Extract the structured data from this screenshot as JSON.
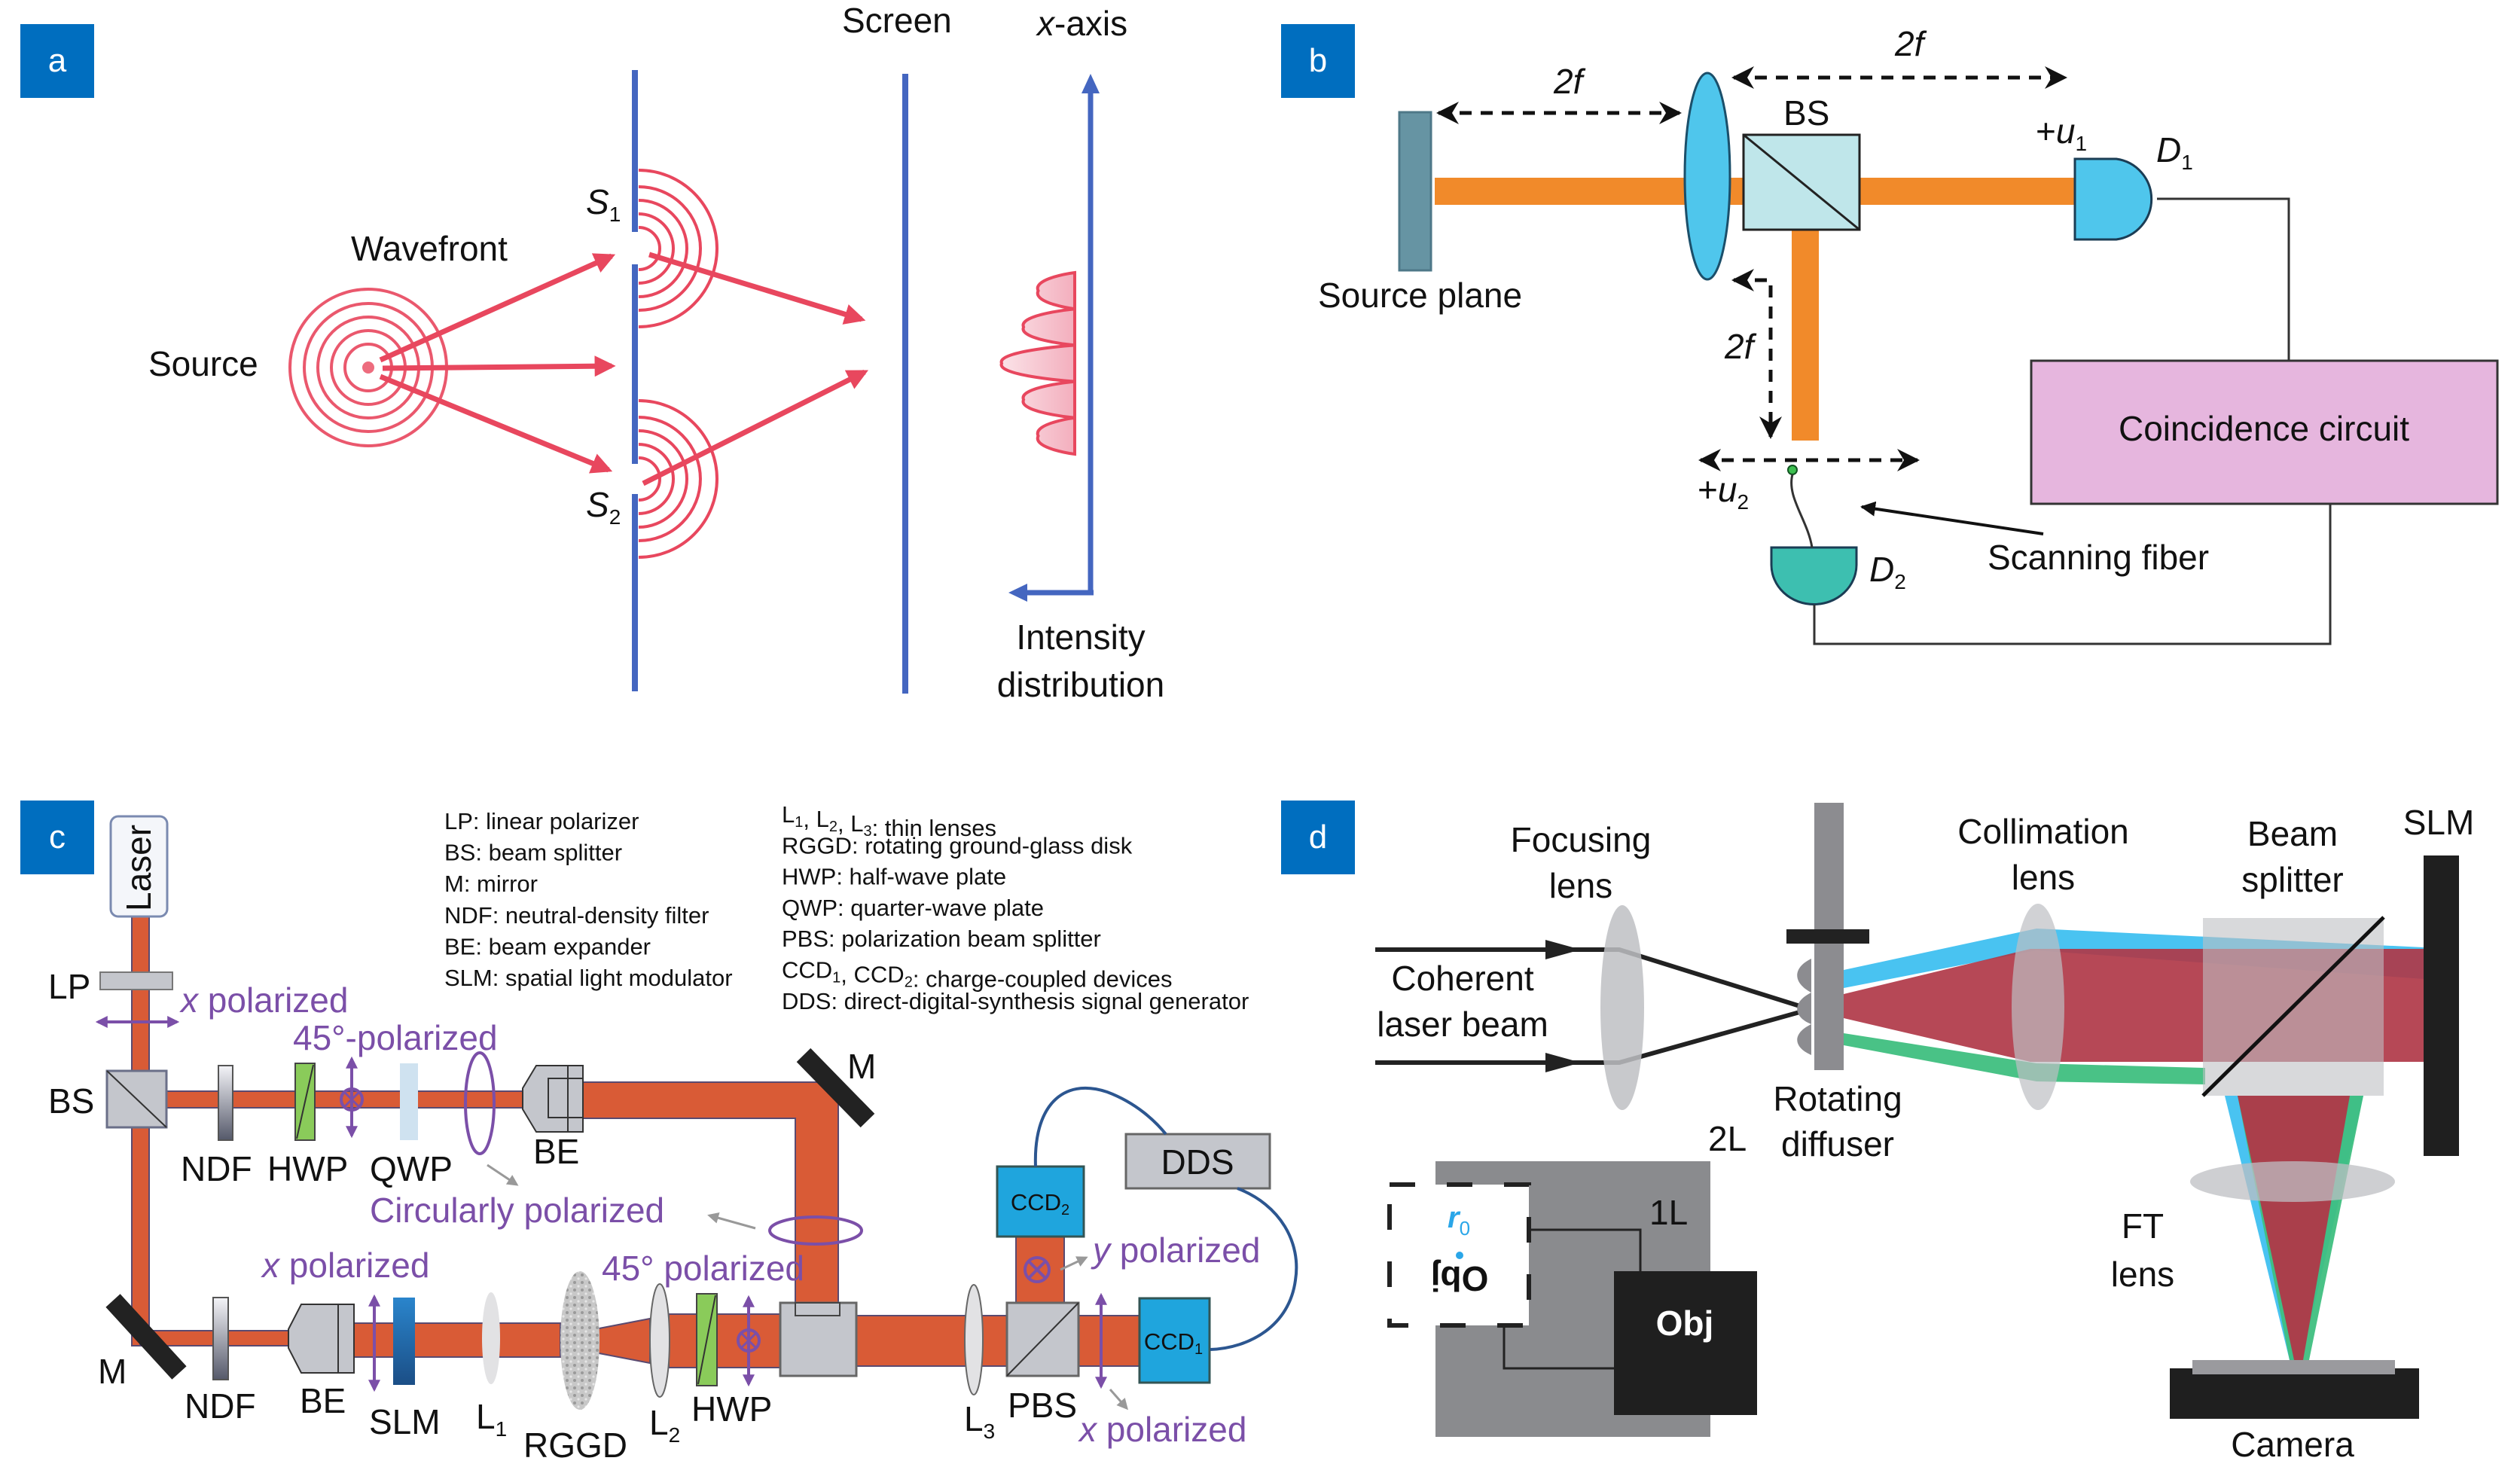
{
  "figure": {
    "panels": [
      {
        "id": "a",
        "badge": "a"
      },
      {
        "id": "b",
        "badge": "b"
      },
      {
        "id": "c",
        "badge": "c"
      },
      {
        "id": "d",
        "badge": "d"
      }
    ],
    "colors": {
      "badge": "#006EBF",
      "a_barrier": "#4466C0",
      "a_wave": "#E8475E",
      "a_intensity_fill": "#F6C4CE",
      "b_beam": "#F18A2A",
      "b_lens": "#4FC6EC",
      "b_detector_d1": "#4FC6EC",
      "b_detector_d2": "#3DBFB0",
      "b_bs": "#BFE6EA",
      "b_source_plane": "#6694A3",
      "b_coincidence": "#E6B6DE",
      "c_beam": "#D95B36",
      "c_polarization": "#7B4FA8",
      "c_ccd": "#1FA5DD",
      "c_hwp": "#8ACB5A",
      "c_slm": "#1F6FB0",
      "d_blue": "#3FC0F0",
      "d_red": "#B03848",
      "d_green": "#3FBF80"
    }
  },
  "panel_a": {
    "labels": {
      "screen": "Screen",
      "x_axis_italic": "x",
      "x_axis_rest": "-axis",
      "wavefront": "Wavefront",
      "source": "Source",
      "s1_main": "S",
      "s1_sub": "1",
      "s2_main": "S",
      "s2_sub": "2",
      "intensity_line1": "Intensity",
      "intensity_line2": "distribution"
    },
    "intensity_profile": {
      "description": "Five-lobe interference fringe pattern; relative peak intensities top to bottom",
      "peaks": [
        0.5,
        0.7,
        1.0,
        0.7,
        0.5
      ]
    }
  },
  "panel_b": {
    "labels": {
      "two_f_top": "2f",
      "two_f_left": "2f",
      "two_f_vertical": "2f",
      "bs": "BS",
      "source_plane": "Source plane",
      "u1_prefix": "+",
      "u1_main": "u",
      "u1_sub": "1",
      "d1_main": "D",
      "d1_sub": "1",
      "u2_prefix": "+",
      "u2_main": "u",
      "u2_sub": "2",
      "d2_main": "D",
      "d2_sub": "2",
      "coincidence_circuit": "Coincidence circuit",
      "scanning_fiber": "Scanning fiber"
    }
  },
  "panel_c": {
    "legend_left": [
      "LP: linear polarizer",
      "BS: beam splitter",
      "M: mirror",
      "NDF: neutral-density filter",
      "BE: beam expander",
      "SLM: spatial light modulator"
    ],
    "legend_right": [
      {
        "parts": [
          [
            "L",
            "1"
          ],
          [
            ", L",
            "2"
          ],
          [
            ", L",
            "3"
          ],
          [
            ": thin lenses",
            ""
          ]
        ]
      },
      {
        "text": "RGGD: rotating ground-glass disk"
      },
      {
        "text": "HWP: half-wave plate"
      },
      {
        "text": "QWP: quarter-wave plate"
      },
      {
        "text": "PBS: polarization beam splitter"
      },
      {
        "parts": [
          [
            "CCD",
            "1"
          ],
          [
            ", CCD",
            "2"
          ],
          [
            ": charge-coupled devices",
            ""
          ]
        ]
      },
      {
        "text": "DDS: direct-digital-synthesis signal generator"
      }
    ],
    "components": {
      "laser": "Laser",
      "lp": "LP",
      "bs": "BS",
      "ndf_top": "NDF",
      "hwp_top": "HWP",
      "qwp": "QWP",
      "be_top": "BE",
      "m_top": "M",
      "m_bottom": "M",
      "ndf_bottom": "NDF",
      "be_bottom": "BE",
      "slm": "SLM",
      "l1_main": "L",
      "l1_sub": "1",
      "rggd": "RGGD",
      "l2_main": "L",
      "l2_sub": "2",
      "hwp_bottom": "HWP",
      "l3_main": "L",
      "l3_sub": "3",
      "pbs": "PBS",
      "ccd1_main": "CCD",
      "ccd1_sub": "1",
      "ccd2_main": "CCD",
      "ccd2_sub": "2",
      "dds": "DDS"
    },
    "polarization_labels": {
      "x_pol_top_italic": "x",
      "x_pol_top_rest": " polarized",
      "pol45_top": "45°-polarized",
      "circular": "Circularly polarized",
      "x_pol_bottom_italic": "x",
      "x_pol_bottom_rest": " polarized",
      "pol45_bottom": "45° polarized",
      "y_pol_italic": "y",
      "y_pol_rest": " polarized",
      "x_pol_out_italic": "x",
      "x_pol_out_rest": " polarized"
    }
  },
  "panel_d": {
    "labels": {
      "focusing_line1": "Focusing",
      "focusing_line2": "lens",
      "coherent_line1": "Coherent",
      "coherent_line2": "laser beam",
      "rotating_line1": "Rotating",
      "rotating_line2": "diffuser",
      "collimation_line1": "Collimation",
      "collimation_line2": "lens",
      "beam_splitter_line1": "Beam",
      "beam_splitter_line2": "splitter",
      "slm": "SLM",
      "ft_line1": "FT",
      "ft_line2": "lens",
      "camera": "Camera",
      "two_l": "2L",
      "one_l": "1L",
      "r0_main": "r",
      "r0_sub": "0",
      "obj": "Obj",
      "obj_mirrored": "Obj"
    }
  }
}
